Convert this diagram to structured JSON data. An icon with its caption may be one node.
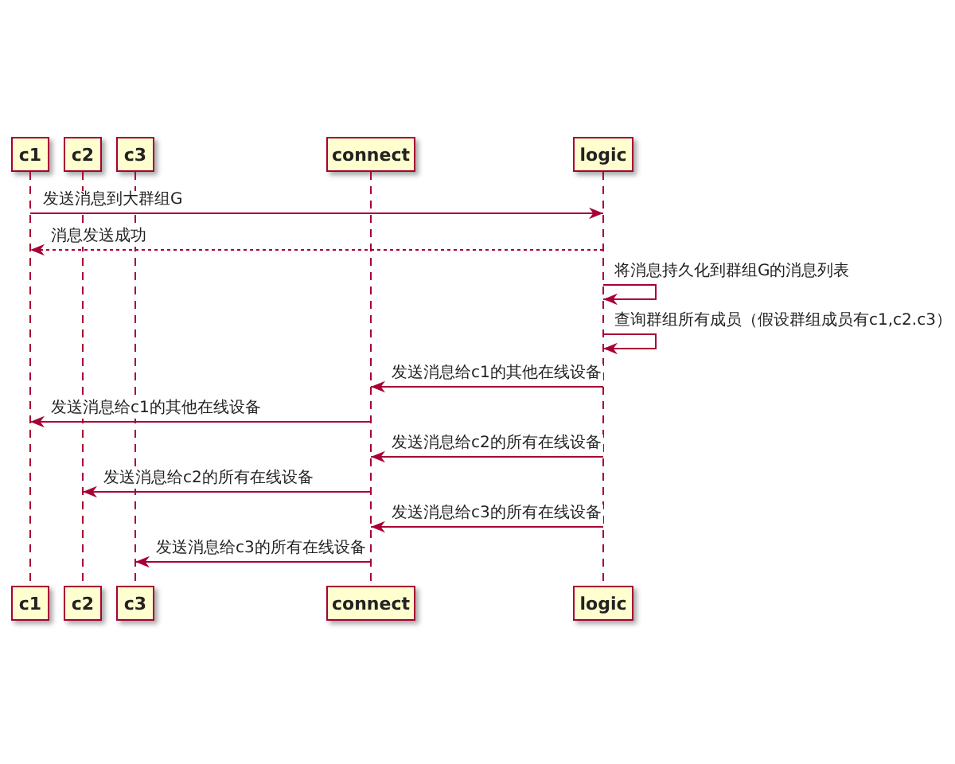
{
  "diagram": {
    "nodes": [
      {
        "text": [
          "c1"
        ]
      },
      {
        "text": [
          "c2"
        ]
      },
      {
        "text": [
          "c3"
        ]
      },
      {
        "text": [
          "connect"
        ]
      },
      {
        "text": [
          "logic"
        ]
      },
      {
        "text": [],
        "shape": "line"
      },
      {
        "text": [],
        "shape": "line"
      },
      {
        "text": [],
        "shape": "line"
      },
      {
        "text": [],
        "shape": "line"
      },
      {
        "text": [],
        "shape": "line"
      },
      {
        "text": [
          "c1"
        ]
      },
      {
        "text": [
          "c2"
        ]
      },
      {
        "text": [
          "c3"
        ]
      },
      {
        "text": [
          "connect"
        ]
      },
      {
        "text": [
          "logic"
        ]
      }
    ],
    "edges": [
      {
        "from": 5,
        "to": 9,
        "arrow": "to",
        "label": "发送消息到大群组G"
      },
      {
        "from": 9,
        "to": 5,
        "arrow": "to",
        "label": "消息发送成功",
        "style": "dashed"
      },
      {
        "from": 9,
        "to": 9,
        "arrow": "to",
        "label": "将消息持久化到群组G的消息列表"
      },
      {
        "from": 9,
        "to": 9,
        "arrow": "to",
        "label": "查询群组所有成员（假设群组成员有c1,c2.c3）"
      },
      {
        "from": 9,
        "to": 8,
        "arrow": "to",
        "label": "发送消息给c1的其他在线设备"
      },
      {
        "from": 8,
        "to": 5,
        "arrow": "to",
        "label": "发送消息给c1的其他在线设备"
      },
      {
        "from": 9,
        "to": 8,
        "arrow": "to",
        "label": "发送消息给c2的所有在线设备"
      },
      {
        "from": 8,
        "to": 6,
        "arrow": "to",
        "label": "发送消息给c2的所有在线设备"
      },
      {
        "from": 9,
        "to": 8,
        "arrow": "to",
        "label": "发送消息给c3的所有在线设备"
      },
      {
        "from": 8,
        "to": 7,
        "arrow": "to",
        "label": "发送消息给c3的所有在线设备"
      }
    ]
  }
}
